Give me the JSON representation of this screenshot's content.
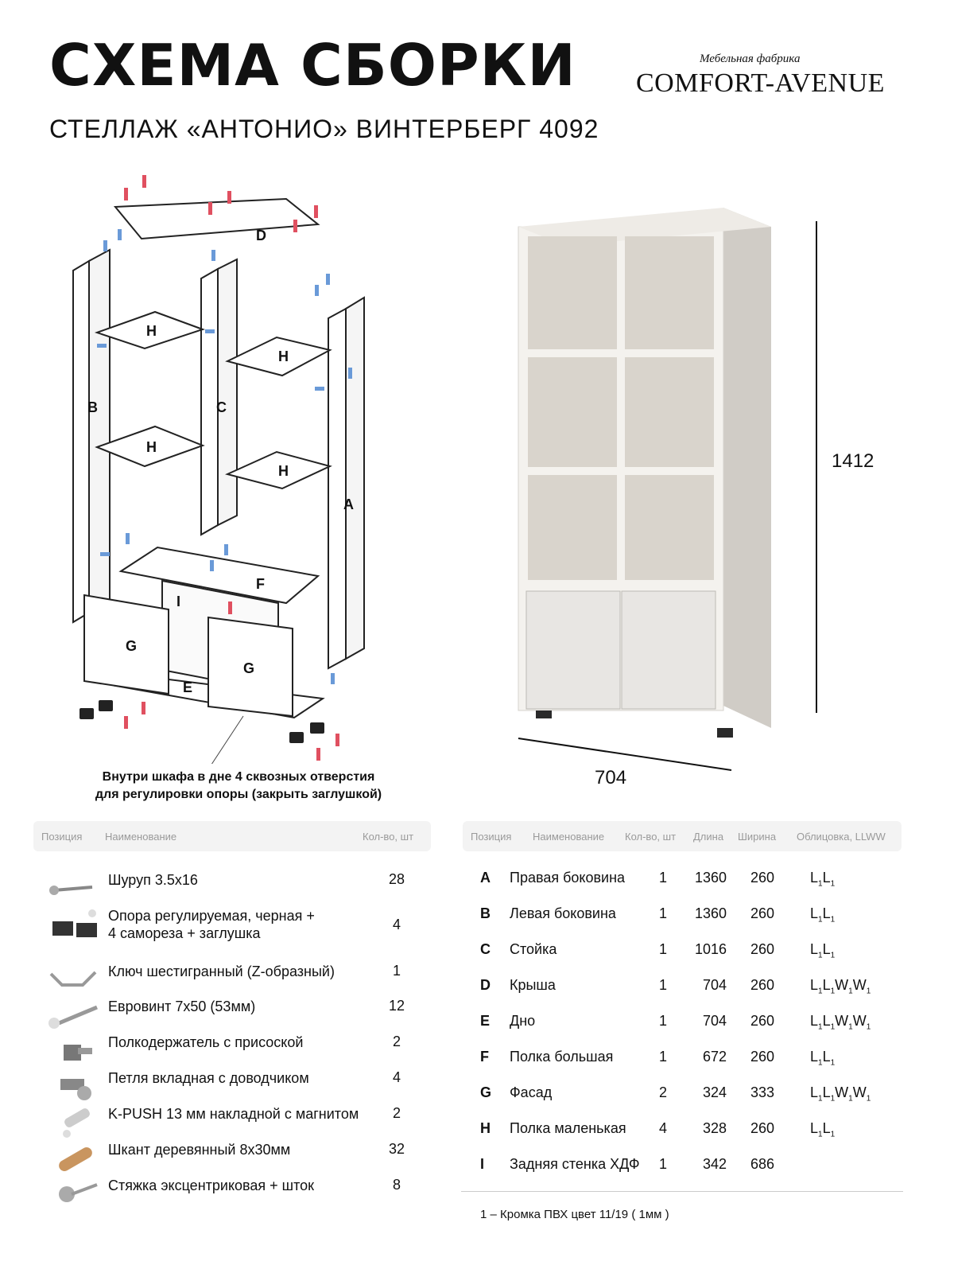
{
  "header": {
    "title": "СХЕМА СБОРКИ",
    "subtitle": "СТЕЛЛАЖ «АНТОНИО» ВИНТЕРБЕРГ 4092",
    "brand_tag": "Мебельная фабрика",
    "brand_name": "COMFORT-AVENUE"
  },
  "diagram": {
    "labels": [
      "D",
      "H",
      "H",
      "B",
      "C",
      "H",
      "H",
      "A",
      "F",
      "I",
      "G",
      "G",
      "E"
    ],
    "note_line1": "Внутри шкафа в дне 4 сквозных отверстия",
    "note_line2": "для регулировки опоры (закрыть заглушкой)"
  },
  "dimensions": {
    "height": "1412",
    "width": "704"
  },
  "colors": {
    "panel": "#dedbd5",
    "wood": "#d8d3cc",
    "front": "#e8e6e3",
    "shadow": "#2a2a2a"
  },
  "hardware_table": {
    "headers": {
      "position": "Позиция",
      "name": "Наименование",
      "qty": "Кол-во, шт"
    },
    "rows": [
      {
        "icon": "screw-icon",
        "name": "Шуруп 3.5х16",
        "qty": "28"
      },
      {
        "icon": "adjustable-foot-icon",
        "name": "Опора регулируемая, черная +\n4 самореза + заглушка",
        "qty": "4"
      },
      {
        "icon": "hex-key-icon",
        "name": "Ключ шестигранный (Z-образный)",
        "qty": "1"
      },
      {
        "icon": "euro-screw-icon",
        "name": "Евровинт 7х50 (53мм)",
        "qty": "12"
      },
      {
        "icon": "shelf-support-icon",
        "name": "Полкодержатель с присоской",
        "qty": "2"
      },
      {
        "icon": "hinge-icon",
        "name": "Петля вкладная с доводчиком",
        "qty": "4"
      },
      {
        "icon": "push-latch-icon",
        "name": "K-PUSH 13 мм накладной с магнитом",
        "qty": "2"
      },
      {
        "icon": "wooden-dowel-icon",
        "name": "Шкант деревянный 8х30мм",
        "qty": "32"
      },
      {
        "icon": "cam-lock-icon",
        "name": "Стяжка эксцентриковая + шток",
        "qty": "8"
      }
    ]
  },
  "parts_table": {
    "headers": {
      "position": "Позиция",
      "name": "Наименование",
      "qty": "Кол-во, шт",
      "length": "Длина",
      "width": "Ширина",
      "edging": "Облицовка, LLWW"
    },
    "rows": [
      {
        "pos": "A",
        "name": "Правая боковина",
        "qty": "1",
        "length": "1360",
        "width": "260",
        "edging": "L1L1"
      },
      {
        "pos": "B",
        "name": "Левая боковина",
        "qty": "1",
        "length": "1360",
        "width": "260",
        "edging": "L1L1"
      },
      {
        "pos": "C",
        "name": "Стойка",
        "qty": "1",
        "length": "1016",
        "width": "260",
        "edging": "L1L1"
      },
      {
        "pos": "D",
        "name": "Крыша",
        "qty": "1",
        "length": "704",
        "width": "260",
        "edging": "L1L1W1W1"
      },
      {
        "pos": "E",
        "name": "Дно",
        "qty": "1",
        "length": "704",
        "width": "260",
        "edging": "L1L1W1W1"
      },
      {
        "pos": "F",
        "name": "Полка большая",
        "qty": "1",
        "length": "672",
        "width": "260",
        "edging": "L1L1"
      },
      {
        "pos": "G",
        "name": "Фасад",
        "qty": "2",
        "length": "324",
        "width": "333",
        "edging": "L1L1W1W1"
      },
      {
        "pos": "H",
        "name": "Полка маленькая",
        "qty": "4",
        "length": "328",
        "width": "260",
        "edging": "L1L1"
      },
      {
        "pos": "I",
        "name": "Задняя стенка ХДФ",
        "qty": "1",
        "length": "342",
        "width": "686",
        "edging": ""
      }
    ],
    "footnote": "1 – Кромка ПВХ цвет 11/19 ( 1мм )"
  }
}
